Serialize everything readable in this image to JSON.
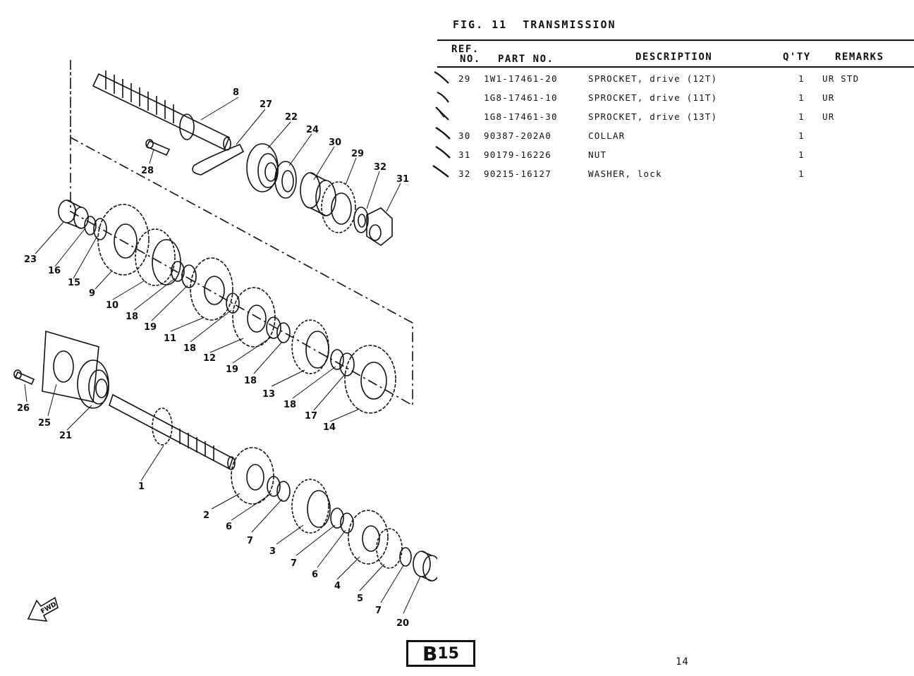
{
  "figure": {
    "label": "FIG. 11",
    "title": "TRANSMISSION"
  },
  "table": {
    "headers": {
      "ref_line1": "REF.",
      "ref_line2": "NO.",
      "part_no": "PART NO.",
      "description": "DESCRIPTION",
      "qty": "Q'TY",
      "remarks": "REMARKS"
    },
    "rows": [
      {
        "ref": "29",
        "part_no": "1W1-17461-20",
        "description": "SPROCKET, drive (12T)",
        "qty": "1",
        "remarks": "UR STD"
      },
      {
        "ref": "",
        "part_no": "1G8-17461-10",
        "description": "SPROCKET, drive (11T)",
        "qty": "1",
        "remarks": "UR"
      },
      {
        "ref": "",
        "part_no": "1G8-17461-30",
        "description": "SPROCKET, drive (13T)",
        "qty": "1",
        "remarks": "UR"
      },
      {
        "ref": "30",
        "part_no": "90387-202A0",
        "description": "COLLAR",
        "qty": "1",
        "remarks": ""
      },
      {
        "ref": "31",
        "part_no": "90179-16226",
        "description": "NUT",
        "qty": "1",
        "remarks": ""
      },
      {
        "ref": "32",
        "part_no": "90215-16127",
        "description": "WASHER, lock",
        "qty": "1",
        "remarks": ""
      }
    ]
  },
  "diagram": {
    "callouts": [
      "8",
      "27",
      "22",
      "24",
      "30",
      "29",
      "32",
      "31",
      "28",
      "23",
      "16",
      "15",
      "9",
      "10",
      "18",
      "19",
      "11",
      "18",
      "12",
      "19",
      "18",
      "13",
      "18",
      "17",
      "14",
      "26",
      "25",
      "21",
      "1",
      "2",
      "6",
      "7",
      "3",
      "7",
      "6",
      "4",
      "5",
      "7",
      "20"
    ],
    "fwd_label": "FWD"
  },
  "footer": {
    "badge_main": "B",
    "badge_num": "15",
    "page_number": "14"
  }
}
